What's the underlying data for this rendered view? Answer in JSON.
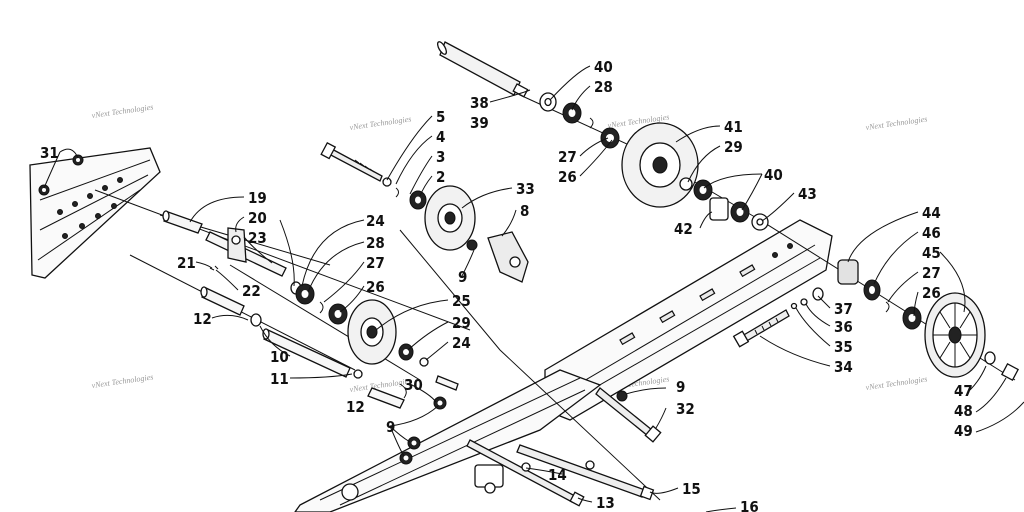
{
  "diagram": {
    "watermark_text": "vNext Technologies",
    "callouts": [
      "2",
      "3",
      "4",
      "5",
      "8",
      "9",
      "9",
      "9",
      "10",
      "11",
      "12",
      "12",
      "13",
      "14",
      "15",
      "16",
      "19",
      "20",
      "21",
      "22",
      "23",
      "24",
      "24",
      "25",
      "26",
      "26",
      "26",
      "27",
      "27",
      "27",
      "28",
      "28",
      "29",
      "29",
      "30",
      "31",
      "32",
      "33",
      "34",
      "35",
      "36",
      "37",
      "38",
      "39",
      "40",
      "40",
      "41",
      "42",
      "43",
      "44",
      "45",
      "46",
      "47",
      "48",
      "49"
    ]
  }
}
